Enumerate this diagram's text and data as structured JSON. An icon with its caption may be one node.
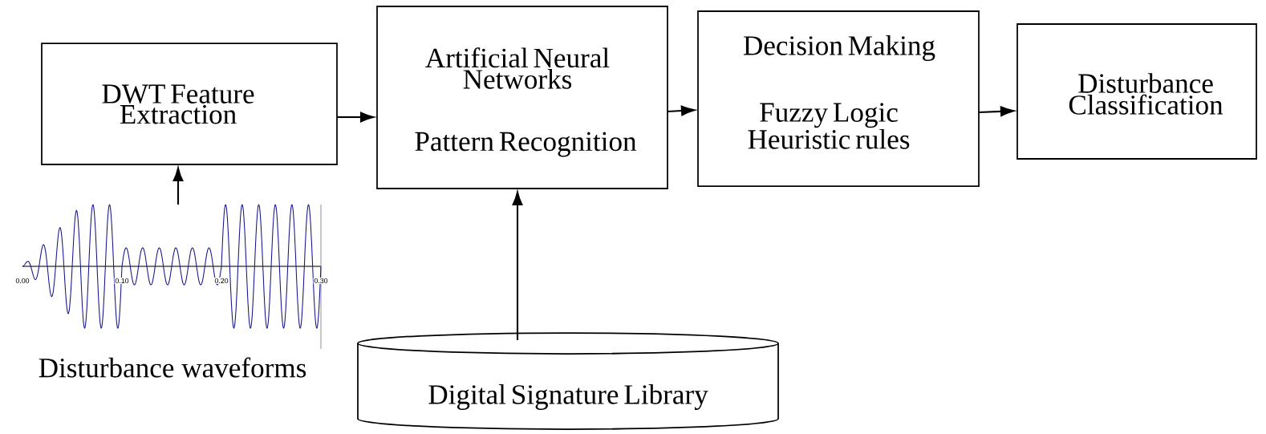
{
  "diagram": {
    "nodes": [
      {
        "text": [],
        "shape": "picture",
        "beside": [
          "Disturbance waveforms"
        ]
      },
      {
        "text": [
          "DWT Feature Extraction"
        ]
      },
      {
        "text": [
          "Artificial Neural Networks",
          "Pattern Recognition"
        ]
      },
      {
        "text": [
          "Decision Making",
          "Fuzzy Logic Heuristic rules"
        ]
      },
      {
        "text": [
          "Disturbance Classification"
        ]
      },
      {
        "text": [
          "Digital Signature Library"
        ]
      }
    ],
    "edges": [
      {
        "from": 0,
        "to": 1,
        "arrow": "to"
      },
      {
        "from": 1,
        "to": 2,
        "arrow": "to"
      },
      {
        "from": 2,
        "to": 3,
        "arrow": "to"
      },
      {
        "from": 3,
        "to": 4,
        "arrow": "to"
      },
      {
        "from": 5,
        "to": 2,
        "arrow": "to"
      }
    ],
    "labels": [
      "0.00",
      "0.10",
      "0.20",
      "0.30"
    ]
  }
}
